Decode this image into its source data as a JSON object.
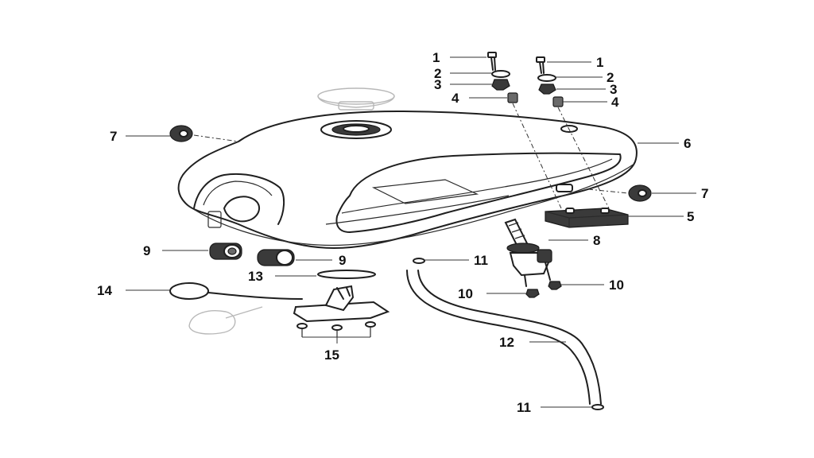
{
  "callouts": [
    {
      "id": "c1a",
      "text": "1"
    },
    {
      "id": "c2a",
      "text": "2"
    },
    {
      "id": "c3a",
      "text": "3"
    },
    {
      "id": "c4a",
      "text": "4"
    },
    {
      "id": "c1b",
      "text": "1"
    },
    {
      "id": "c2b",
      "text": "2"
    },
    {
      "id": "c3b",
      "text": "3"
    },
    {
      "id": "c4b",
      "text": "4"
    },
    {
      "id": "c7a",
      "text": "7"
    },
    {
      "id": "c6",
      "text": "6"
    },
    {
      "id": "c7b",
      "text": "7"
    },
    {
      "id": "c5",
      "text": "5"
    },
    {
      "id": "c8",
      "text": "8"
    },
    {
      "id": "c9a",
      "text": "9"
    },
    {
      "id": "c9b",
      "text": "9"
    },
    {
      "id": "c11a",
      "text": "11"
    },
    {
      "id": "c13",
      "text": "13"
    },
    {
      "id": "c14",
      "text": "14"
    },
    {
      "id": "c10a",
      "text": "10"
    },
    {
      "id": "c10b",
      "text": "10"
    },
    {
      "id": "c12",
      "text": "12"
    },
    {
      "id": "c15",
      "text": "15"
    },
    {
      "id": "c11b",
      "text": "11"
    }
  ],
  "colors": {
    "line": "#1f1f1f",
    "ghost": "#b8b8b8",
    "background": "#ffffff"
  }
}
